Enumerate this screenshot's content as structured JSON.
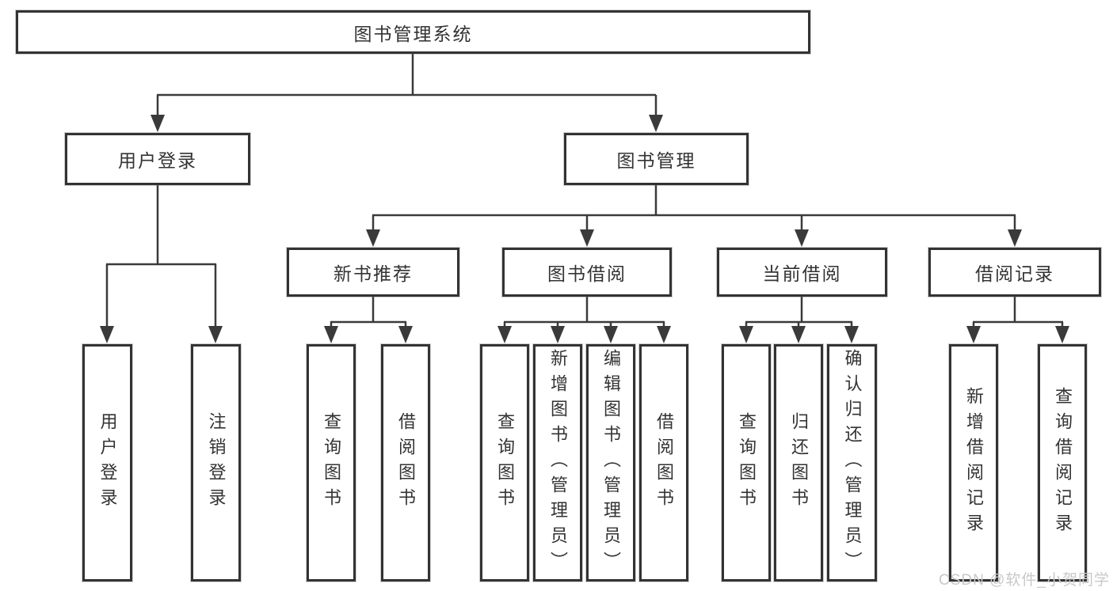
{
  "tree": {
    "root": "图书管理系统",
    "level2": [
      {
        "label": "用户登录",
        "leaves": [
          "用户登录",
          "注销登录"
        ]
      },
      {
        "label": "图书管理",
        "children": [
          {
            "label": "新书推荐",
            "leaves": [
              "查询图书",
              "借阅图书"
            ]
          },
          {
            "label": "图书借阅",
            "leaves": [
              "查询图书",
              "新增图书（管理员）",
              "编辑图书（管理员）",
              "借阅图书"
            ]
          },
          {
            "label": "当前借阅",
            "leaves": [
              "查询图书",
              "归还图书",
              "确认归还（管理员）"
            ]
          },
          {
            "label": "借阅记录",
            "leaves": [
              "新增借阅记录",
              "查询借阅记录"
            ]
          }
        ]
      }
    ]
  },
  "watermark": "CSDN @软件_小贺同学",
  "colors": {
    "line": "#3a3a3a",
    "border": "#333333",
    "text": "#333333",
    "watermark_text": "#c8c8c8",
    "background": "#ffffff"
  }
}
